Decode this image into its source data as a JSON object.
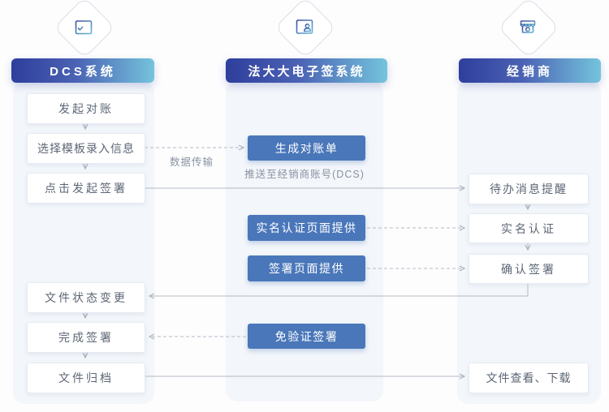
{
  "diagram": {
    "type": "flowchart",
    "columns": [
      {
        "id": "dcs",
        "title": "DCS系统",
        "icon": "checklist-icon",
        "steps": [
          "发起对账",
          "选择模板录入信息",
          "点击发起签署",
          "文件状态变更",
          "完成签署",
          "文件归档"
        ]
      },
      {
        "id": "fadada",
        "title": "法大大电子签系统",
        "icon": "idcard-icon",
        "steps": [
          "生成对账单",
          "实名认证页面提供",
          "签署页面提供",
          "免验证签署"
        ]
      },
      {
        "id": "dealer",
        "title": "经销商",
        "icon": "store-icon",
        "steps": [
          "待办消息提醒",
          "实名认证",
          "确认签署",
          "文件查看、下载"
        ]
      }
    ],
    "labels": {
      "data_transfer": "数据传输",
      "push_note": "推送至经销商账号(DCS)"
    },
    "colors": {
      "header_gradient_start": "#2e3e9c",
      "header_gradient_end": "#74c4dc",
      "action_box": "#4a77ba",
      "panel_bg": "#f3f6fa",
      "connector": "#b3bac6",
      "step_text": "#5c6675",
      "label_text": "#8a93a3"
    }
  }
}
